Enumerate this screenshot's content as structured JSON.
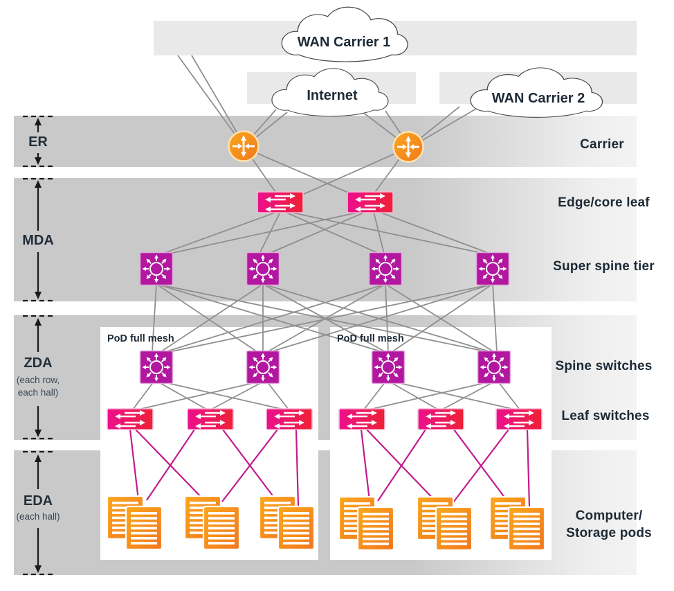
{
  "clouds": {
    "wan1": "WAN Carrier 1",
    "internet": "Internet",
    "wan2": "WAN Carrier 2"
  },
  "zones": {
    "er": {
      "abbr": "ER"
    },
    "mda": {
      "abbr": "MDA"
    },
    "zda": {
      "abbr": "ZDA",
      "sub1": "(each row,",
      "sub2": "each hall)"
    },
    "eda": {
      "abbr": "EDA",
      "sub1": "(each hall)"
    }
  },
  "tiers": {
    "carrier": "Carrier",
    "edge_core_leaf": "Edge/core leaf",
    "super_spine": "Super spine tier",
    "spine_switches": "Spine switches",
    "leaf_switches": "Leaf switches",
    "pods_line1": "Computer/",
    "pods_line2": "Storage pods"
  },
  "pod_boxes": {
    "label": "PoD full mesh"
  },
  "colors": {
    "band_gray": "#c9c9c9",
    "band_light_gray": "#e9e9e9",
    "link_gray": "#8f8f8f",
    "link_magenta": "#c21b8d",
    "spine_magenta": "#b2189f",
    "leaf_pink": "#ec108d",
    "leaf_red": "#ee2135",
    "router_orange": "#f6871f",
    "pod_orange": "#f58220",
    "text_navy": "#1d2a36"
  }
}
